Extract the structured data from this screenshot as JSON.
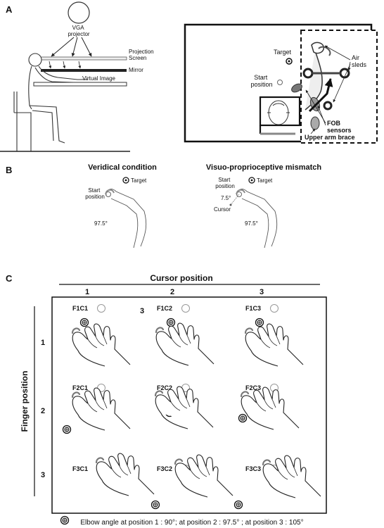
{
  "panels": {
    "a": "A",
    "b": "B",
    "c": "C"
  },
  "panel_a": {
    "projector": "VGA\nprojector",
    "projection_screen": "Projection\nScreen",
    "mirror": "Mirror",
    "virtual_image": "Virtual Image",
    "target": "Target",
    "start_position": "Start\nposition",
    "air_sleds": "Air\nsleds",
    "fob_sensors": "FOB\nsensors",
    "upper_arm_brace": "Upper arm brace"
  },
  "panel_b": {
    "veridical_title": "Veridical condition",
    "mismatch_title": "Visuo-proprioceptive mismatch",
    "target": "Target",
    "start_position": "Start\nposition",
    "cursor": "Cursor",
    "elbow_angle": "97.5°",
    "offset_angle": "7.5°"
  },
  "panel_c": {
    "cursor_title": "Cursor position",
    "finger_title": "Finger position",
    "columns": [
      "1",
      "2",
      "3"
    ],
    "rows": [
      "1",
      "2",
      "3"
    ],
    "stray_label": "3",
    "cells": [
      [
        "F1C1",
        "F1C2",
        "F1C3"
      ],
      [
        "F2C1",
        "F2C2",
        "F2C3"
      ],
      [
        "F3C1",
        "F3C2",
        "F3C3"
      ]
    ],
    "caption": "Elbow angle at position 1 : 90°; at position 2 : 97.5° ; at position 3 : 105°"
  }
}
